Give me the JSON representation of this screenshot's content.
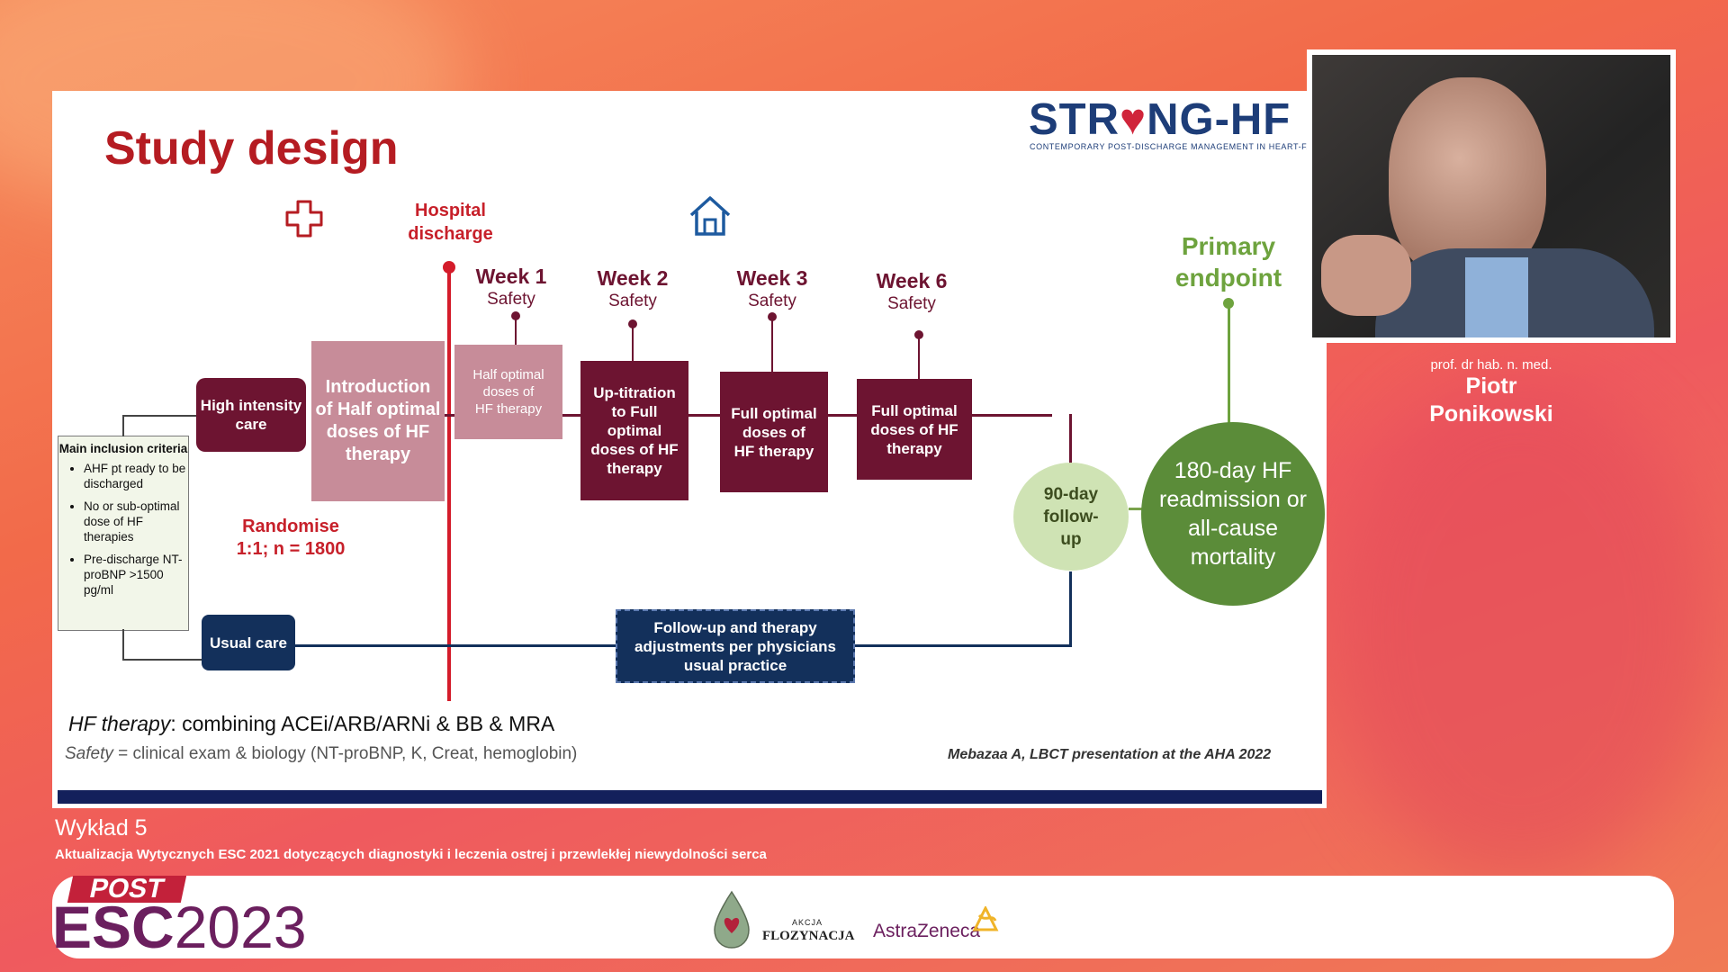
{
  "slide": {
    "title": "Study design",
    "logo": {
      "pre": "STR",
      "post": "NG-HF",
      "subtitle": "CONTEMPORARY POST-DISCHARGE MANAGEMENT IN HEART-FAILURE"
    },
    "hospital_discharge": "Hospital\ndischarge",
    "inclusion": {
      "title": "Main inclusion criteria",
      "items": [
        "AHF pt ready to be discharged",
        "No or sub-optimal dose of HF therapies",
        "Pre-discharge NT-proBNP >1500 pg/ml"
      ]
    },
    "high_intensity": "High intensity care",
    "usual_care": "Usual care",
    "introduction": "Introduction of Half optimal doses of HF therapy",
    "randomise": "Randomise\n1:1; n = 1800",
    "weeks": [
      {
        "title": "Week 1",
        "sub": "Safety",
        "box": "Half optimal\ndoses of\nHF therapy",
        "box_bold_first": true
      },
      {
        "title": "Week 2",
        "sub": "Safety",
        "box": "Up-titration to Full optimal doses of HF therapy"
      },
      {
        "title": "Week 3",
        "sub": "Safety",
        "box": "Full optimal doses of HF therapy"
      },
      {
        "title": "Week 6",
        "sub": "Safety",
        "box": "Full optimal doses of HF therapy"
      }
    ],
    "followup_90": "90-day follow-up",
    "primary_endpoint": "Primary\nendpoint",
    "endpoint_circle": "180-day HF readmission or all-cause mortality",
    "usual_practice": "Follow-up and therapy adjustments per physicians usual practice",
    "hf_therapy_label": "HF therapy",
    "hf_therapy_text": ": combining ACEi/ARB/ARNi & BB & MRA",
    "safety_label": "Safety",
    "safety_text": " = clinical exam & biology (NT-proBNP, K, Creat, hemoglobin)",
    "citation": "Mebazaa A, LBCT presentation at the AHA 2022"
  },
  "speaker": {
    "title": "prof. dr hab. n. med.",
    "first_name": "Piotr",
    "last_name": "Ponikowski"
  },
  "lecture": {
    "number": "Wykład 5",
    "subtitle": "Aktualizacja Wytycznych ESC 2021 dotyczących diagnostyki i leczenia ostrej i przewlekłej niewydolności serca"
  },
  "footer": {
    "post": "POST",
    "esc": "ESC",
    "year": "2023",
    "akcja_small": "AKCJA",
    "akcja_big": "FLOZYNACJA",
    "sponsor": "AstraZeneca"
  },
  "colors": {
    "maroon": "#6d1431",
    "navy": "#13305b",
    "red": "#b51c22",
    "green": "#5b8c39",
    "light_green": "#cfe3b4"
  }
}
